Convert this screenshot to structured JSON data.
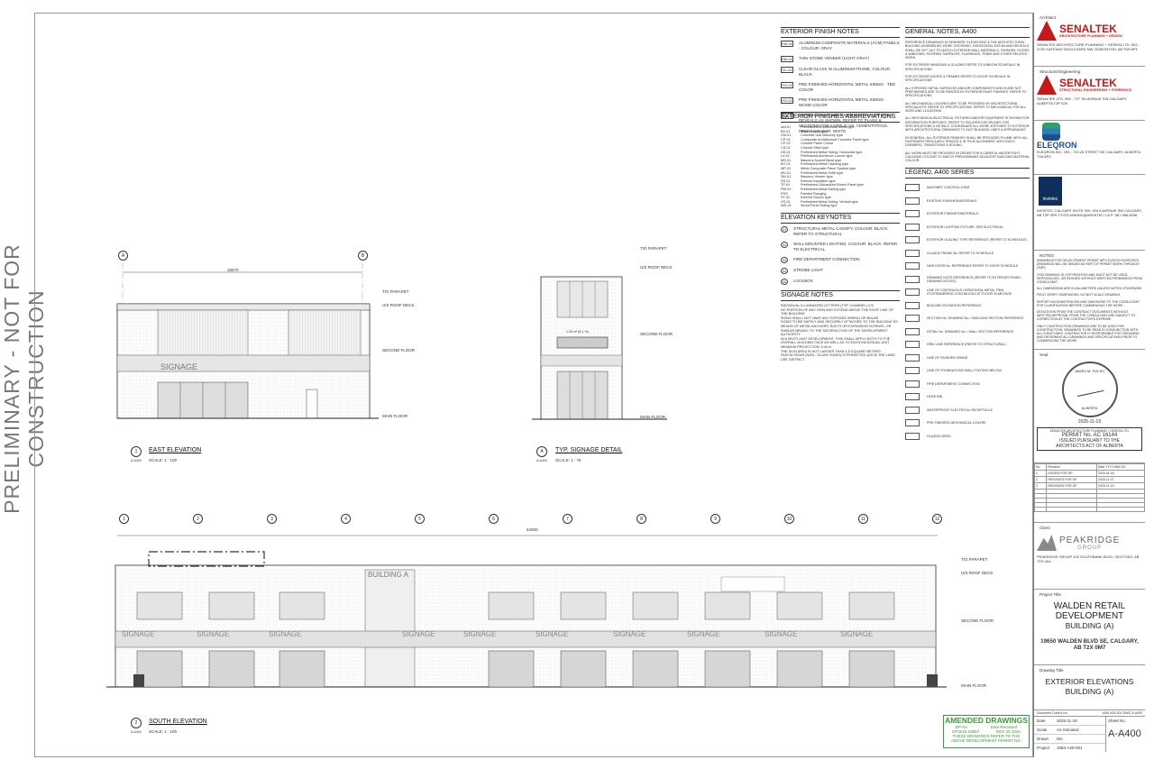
{
  "stamp": "PRELIMINARY - NOT FOR CONSTRUCTION",
  "finish_notes": {
    "title": "EXTERIOR FINISH NOTES",
    "items": [
      {
        "tag": "EM-01",
        "text": "ALUMINUM COMPOSITE MATERIALS (ACM) PANELS - COLOUR: GRAY"
      },
      {
        "tag": "BM-01",
        "text": "THIN STONE VENEER (LIGHT GRAY)"
      },
      {
        "tag": "GL-01",
        "text": "CLEAR GLASS IN ALUMINUM FRAME, COLOUR: BLACK"
      },
      {
        "tag": "HS-01",
        "text": "PRE-FINISHED HORIZONTAL METAL SIDING - TBD COLOR"
      },
      {
        "tag": "HS-02",
        "text": "PRE-FINISHED HORIZONTAL METAL SIDING - WOOD COLOR"
      },
      {
        "tag": "SM-01",
        "text": "VENTED RAINSCREEN EIFS SYSTEM C/W 10mm REVEALS AS SHOWN. REFER TO PLANS & SECTIONS FOR ACRYLIC VS. CEMENTITIOUS. FINISH COLOUR: WHITE"
      }
    ]
  },
  "finish_abbr": {
    "title": "EXTERIOR FINISHES ABBREVIATIONS",
    "items": [
      [
        "AM-01",
        "Prefinished Architectural Metal type"
      ],
      [
        "BV-01",
        "Brick Veneer type"
      ],
      [
        "CM-01",
        "Concrete Unit Masonry type"
      ],
      [
        "CP-01",
        "Composite Architectural Concrete Panel type"
      ],
      [
        "CP-02",
        "Colored Panel Colour"
      ],
      [
        "CS-01",
        "Colored Steel type"
      ],
      [
        "HS-01",
        "Prefinished Metal Siding, Horizontal type"
      ],
      [
        "LV-01",
        "Prefinished Aluminum Louvre type"
      ],
      [
        "MS-01",
        "Masonry Accent Band type"
      ],
      [
        "MT-01",
        "Prefinished Metal Flashing type"
      ],
      [
        "MP-01",
        "Metal Composite Panel System type"
      ],
      [
        "MV-01",
        "Prefinished Metal Soffit type"
      ],
      [
        "SM-01",
        "Masonry Veneer type"
      ],
      [
        "SS-01",
        "Exterior Insulation type"
      ],
      [
        "TP-01",
        "Prefinished Galvanized Brown Panel type"
      ],
      [
        "PW-01",
        "Prefinished Metal Railing type"
      ],
      [
        "PSG",
        "Painted Flanging"
      ],
      [
        "ST-01",
        "Exterior Stucco type"
      ],
      [
        "VS-01",
        "Prefinished Metal Siding, Vertical type"
      ],
      [
        "WD-01",
        "Wood Panel Siding type"
      ]
    ]
  },
  "keynotes": {
    "title": "ELEVATION KEYNOTES",
    "items": [
      {
        "tag": "01",
        "text": "STRUCTURAL METAL CANOPY, COLOUR: BLACK. REFER TO STRUCTURAL"
      },
      {
        "tag": "02",
        "text": "WALL MOUNTED LIGHTING, COLOUR: BLACK. REFER TO ELECTRICAL"
      },
      {
        "tag": "03",
        "text": "FIRE DEPARTMENT CONNECTION"
      },
      {
        "tag": "04",
        "text": "STROBE LIGHT"
      },
      {
        "tag": "05",
        "text": "LOCKBOX"
      }
    ]
  },
  "signage": {
    "title": "SIGNAGE NOTES",
    "items": [
      "INDIVIDUAL ILLUMINATED LETTERS (TYP. CHANNEL) C/C",
      "NO PORTION OF ANY SIGN MAY EXTEND ABOVE THE ROOF LINE OF THE BUILDING",
      "SIGNS SHALL NOT HAVE ANY EXPOSED WIRING OR BULBS",
      "SIGNS TO BE SAFELY AND SECURELY ATTACHED TO THE BUILDING BY MEANS OF METAL ANCHORS, BOLTS OR EXPANSION SCREWS, OR SIMILAR MEANS, TO THE SATISFACTION OF THE DEVELOPMENT AUTHORITY",
      "IN A MULTI-UNIT DEVELOPMENT, THIS SHALL APPLY BOTH TO THE OVERALL BUILDING FACE AS WELL AS TO EACH INDIVIDUAL UNIT",
      "MINIMUM PROJECTION: 0.40 m",
      "THE SIGN AREA IS NOT LARGER THAN 1.5 SQUARE METRES",
      "FASCIA SIGNS (NON - GLASS SIGNS) IS PERMITTED (AS IN THE LAND USE DISTRICT"
    ]
  },
  "general": {
    "title": "GENERAL NOTES, A400",
    "paras": [
      "REFERENCE DRAWINGS ELSEWHERE: ELEVATIONS & THE ARCHITECTURAL BUILDING ASSEMBLIES WORK CROSSING, HORIZONTAL DATUM AND REVEALS SHALL BE SET OUT TO MATCH EXTERIOR WALL MATERIALS, FINISHES, DOORS & WINDOWS, ROOFING SURFACES, FLASHINGS, TRIMS AND OTHER RELATED WORK.",
      "FOR EXTERIOR WINDOWS & GLAZING REFER TO WINDOW SCHEDULE IN SPECIFICATIONS",
      "FOR EXTERIOR DOORS & FRAMES REFER TO DOOR SCHEDULE IN SPECIFICATIONS",
      "ALL EXPOSED METAL SURFACES AND/OR COMPONENTS WHICH ARE NOT PREFINISHED ARE TO BE PAINTED BY EXTERIOR PAINT FINISHES. REFER TO SPECIFICATIONS",
      "ALL MECHANICAL LOUVRES ARE TO BE PROVIDED BY ARCHITECTURAL SPECIALISTS. REFER TO SPECIFICATIONS. REFER TO MECHANICAL FOR ALL SIZES AND LOCATIONS",
      "ALL MECHANICAL/ELECTRICAL FIXTURES AND/OR EQUIPMENT IS SHOWN FOR INFORMATION PURPOSES. REFER TO RELATED DISCIPLINES FOR SPECIFICATIONS & DETAILS. COORDINATE ALL WORK EXPOSED TO EXTERIOR WITH ARCHITECTURAL DRAWINGS TO SUIT BUILDING LINES & APPEARANCE",
      "IN GENERAL, ALL EXTERIOR FINISHES SHALL BE PROVIDED PLUMB, WITH ALL FASTENERS REGULARLY SPACED & IN TRUE ALIGNMENT, WITH EACH DORMERS, TRANSITIONS & EDGING.",
      "ALL WORK MUST BE PROVIDED IN ORDER FOR A CAREFUL WATERTIGHT, CAULKING COLOUR TO MATCH PREDOMINANT ADJACENT BUILDING MATERIAL COLOUR."
    ]
  },
  "legend": {
    "title": "LEGEND, A400 SERIES",
    "items": [
      "MASONRY CONTROL JOINT",
      "EXISTING FINISHES/MATERIALS",
      "EXTERIOR FINISHES/MATERIALS",
      "EXTERIOR LIGHTING FIXTURE, SEE ELECTRICAL",
      "EXTERIOR GLAZING TYPE REFERENCE (REFER TO SCHEDULE)",
      "GLAZED FRAME No. REFER TO SCHEDULE",
      "NEW DOOR No. REFERENCE REFER TO DOOR SCHEDULE",
      "DRAWING NOTE REFERENCE (REFER TO EXTERIOR FINISH DRAWING NOTES)",
      "LINE OF CONTINUOUS HORIZONTAL METAL TRIM STOPS/BARRING CONTINUOUS AT FLOOR SLAB EDGE",
      "BUILDING ELEVATION REFERENCE",
      "SECTION No. DRAWING No. / BUILDING SECTION REFERENCE",
      "DETAIL No. DRAWING No. / WALL SECTION REFERENCE",
      "GRID LINE REFERENCE (REFER TO STRUCTURAL)",
      "LINE OF FINISHED GRADE",
      "LINE OF FOUNDATIONS WALL FOOTING BELOW",
      "FIRE DEPARTMENT CONNECTION",
      "HOSE BIB",
      "WATERPROOF ELECTRICAL RECEPTACLE",
      "PRE-FINISHED MECHANICAL LOUVRE",
      "GLAZING AREA"
    ]
  },
  "east": {
    "title": "EAST ELEVATION",
    "num": "1",
    "sheet": "A-A400",
    "scale": "SCALE: 1 : 100",
    "grids": [
      "A",
      "B"
    ],
    "signage": "SIGNAGE",
    "dim": "18670",
    "levels": [
      "T/O PARAPET",
      "U/S ROOF DECK",
      "SECOND FLOOR",
      "MAIN FLOOR"
    ]
  },
  "detail": {
    "title": "TYP. SIGNAGE DETAIL",
    "num": "A",
    "sheet": "A-A400",
    "scale": "SCALE: 1 : 75",
    "dim": "1.00 m² (6.1 %)",
    "levels": [
      "T/O PARAPET",
      "U/S ROOF DECK",
      "SECOND FLOOR",
      "MAIN FLOOR"
    ]
  },
  "south": {
    "title": "SOUTH ELEVATION",
    "num": "2",
    "sheet": "A-A400",
    "scale": "SCALE: 1 : 100",
    "grids": [
      "1",
      "2",
      "3",
      "4",
      "5",
      "6",
      "7",
      "8",
      "9",
      "10",
      "11",
      "12"
    ],
    "building": "BUILDING A",
    "signage": "SIGNAGE",
    "dim": "64050",
    "levels": [
      "T/O PARAPET",
      "U/S ROOF DECK",
      "SECOND FLOOR",
      "MAIN FLOOR"
    ]
  },
  "amended": {
    "title": "AMENDED DRAWINGS",
    "dp_label": "DP No",
    "date_label": "Date Received",
    "dp": "DP2025-03887",
    "date": "NOV 25 2025",
    "line1": "THESE DRAWINGS REFER TO THE",
    "line2": "ABOVE DEVELOPMENT PERMIT NO."
  },
  "titleblock": {
    "architect_label": "Architect",
    "architect_logo": "SENALTEK",
    "architect_logo_sub": "ARCHITECTURE PLANNING + DESIGN",
    "architect_addr": "SENALTEK ARCHITECTURE PLANNING + DESIGN LTD. 502 - 4730 GATEWAY BOULEVARD NW, EDMONTON, AB T6H 6P1",
    "struct_label": "Structural Engineering",
    "struct_logo": "SENALTEK",
    "struct_logo_sub": "STRUCTURAL ENGINEERING + FORENSICS",
    "struct_addr": "SENALTEK LTD. 550 - 727 7th AVENUE SW CALGARY, ALBERTA T2P 0Z5",
    "mep_logo": "ELEQRON",
    "mep_addr": "ELEQRON INC. 255 - 720 28 STREET NE CALGARY, ALBERTA T2A 6R3",
    "civil_logo": "invistec",
    "civil_addr": "INVISTEC CALGARY SUITE 300, 404 6 AVENUE SW CALGARY, AB T2P 0R9 YYCPLANNING@INVISTEC.CA P: 587.966.8256",
    "notes_label": "NOTES",
    "notes": [
      "DRAWINGS FOR DEVELOPMENT PERMIT APPLICATION PURPOSES, DRAWINGS WILL BE ISSUED AS PART OF PERMIT WORK THROUGH (TMP)",
      "THIS DRAWING IS COPYRIGHTED AND MUST NOT BE USED, REPRODUCED, OR REVISED WITHOUT WRITTEN PERMISSION FROM CONSULTANT",
      "ALL DIMENSIONS ARE IN MILLIMETERS UNLESS NOTED OTHERWISE",
      "FIELD VERIFY DIMENSIONS. DO NOT SCALE DRAWING.",
      "REPORT INCONSISTENCIES AND OMISSIONS TO THE CONSULTANT FOR CLARIFICATION BEFORE COMMENCING THE WORK",
      "DEVIATIONS FROM THE CONTRACT DOCUMENTS WITHOUT WRITTEN APPROVAL FROM THE CONSULTANT ARE SUBJECT TO CORRECTION AT THE CONTRACTOR'S EXPENSE",
      "ONLY CONSTRUCTION DRAWINGS ARE TO BE USED FOR CONSTRUCTION. DRAWINGS TO BE READ IN CONJUNCTION WITH ALL DISCIPLINES. CONTRACTOR IS RESPONSIBLE FOR OBTAINING AND REVIEWING ALL DRAWINGS AND SPECIFICATIONS PRIOR TO COMMENCING THE WORK"
    ],
    "seal_label": "Seal",
    "seal_name": "JAMES M. POLEO",
    "seal_date": "2025-11-19",
    "seal_region": "ALBERTA",
    "permit_company": "SENALTEK ARCHITECTURE PLANNING + DESIGN LTD.",
    "permit_no": "PERMIT No. AC 16144",
    "permit_line1": "ISSUED PURSUANT TO THE",
    "permit_line2": "ARCHITECTS ACT OF ALBERTA",
    "rev_headers": [
      "No.",
      "Revision",
      "Date YYYY-MM-DD"
    ],
    "revisions": [
      [
        "1",
        "ISSUED FOR DP",
        "2025-01-04"
      ],
      [
        "2",
        "REISSUED FOR DP",
        "2025-11-07"
      ],
      [
        "3",
        "REISSUED FOR DP",
        "2025-11-19"
      ]
    ],
    "client_label": "Client",
    "client_logo": "PEAKRIDGE",
    "client_logo_sub": "GROUP",
    "client_addr": "PEAKRIDGE GROUP 102 SOUTHBANK BLVD, OKOTOKS, AB T1S 0A4",
    "project_label": "Project Title",
    "project_title": "WALDEN RETAIL DEVELOPMENT",
    "project_sub": "BUILDING (A)",
    "project_addr": "19650 WALDEN BLVD SE, CALGARY, AB T2X 0M7",
    "drawing_label": "Drawing Title",
    "drawing_title": "EXTERIOR ELEVATIONS",
    "drawing_sub": "BUILDING (A)",
    "doc_label": "Document Control No.",
    "doc_no": "1084-A25-001-DWG-A-A400",
    "date_label": "Date",
    "date": "2025-11-19",
    "scale_label": "Scale",
    "scale": "As indicated",
    "drawn_label": "Drawn",
    "drawn": "MA",
    "proj_label": "Project",
    "proj": "1084-A25-001",
    "sheet_label": "Sheet No.",
    "sheet": "A-A400"
  }
}
